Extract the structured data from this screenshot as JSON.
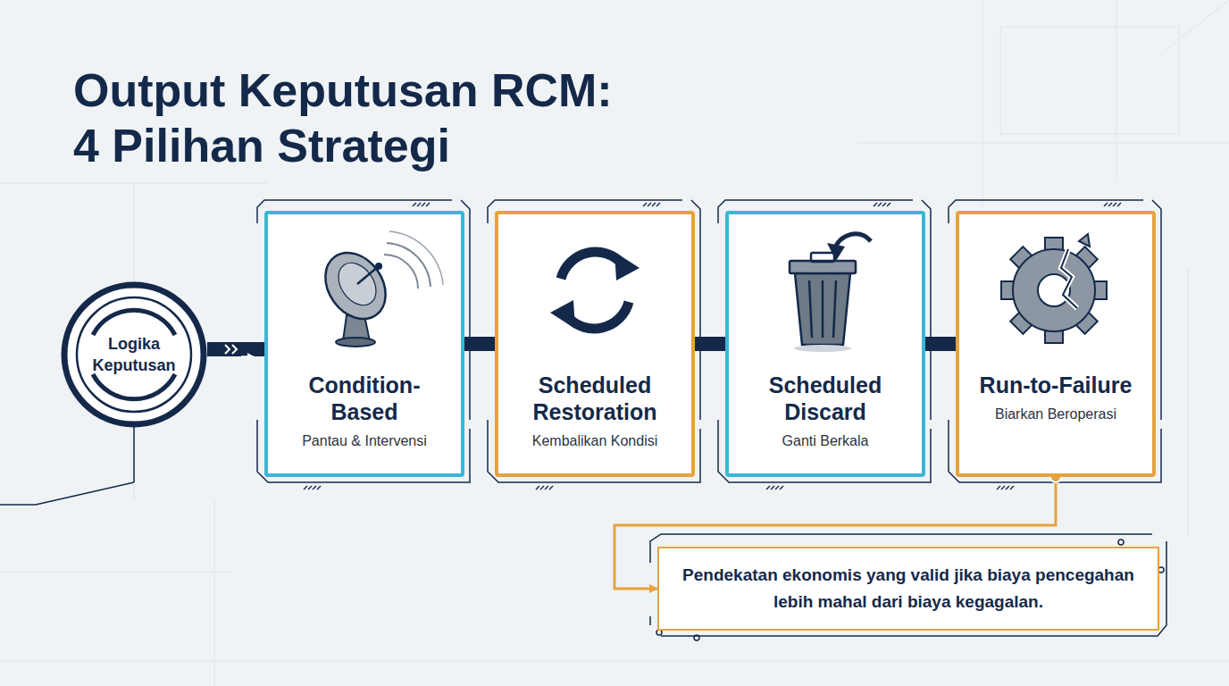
{
  "diagram": {
    "title": "Output Keputusan RCM: 4 Pilihan Strategi",
    "nodes": [
      {
        "text": [
          "Logika Keputusan"
        ]
      },
      {
        "text": [
          "Condition-Based",
          "Pantau & Intervensi"
        ]
      },
      {
        "text": [
          "Scheduled Restoration",
          "Kembalikan Kondisi"
        ]
      },
      {
        "text": [
          "Scheduled Discard",
          "Ganti Berkala"
        ]
      },
      {
        "text": [
          "Run-to-Failure",
          "Biarkan Beroperasi"
        ]
      },
      {
        "text": [
          "Pendekatan ekonomis yang valid jika biaya pencegahan lebih mahal dari biaya kegagalan."
        ]
      }
    ],
    "edges": [
      {
        "from": 0,
        "to": 1,
        "arrow": "to"
      },
      {
        "from": 1,
        "to": 2,
        "arrow": "none"
      },
      {
        "from": 2,
        "to": 3,
        "arrow": "none"
      },
      {
        "from": 3,
        "to": 4,
        "arrow": "none"
      },
      {
        "from": 4,
        "to": 5,
        "arrow": "to"
      }
    ]
  }
}
